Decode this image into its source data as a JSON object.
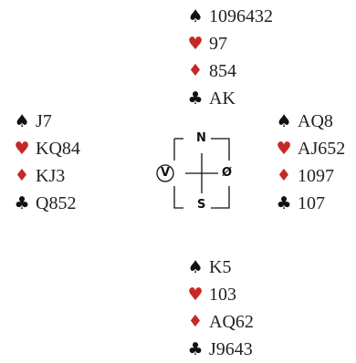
{
  "suits": {
    "spades": "♠",
    "hearts": "♥",
    "diamonds": "♦",
    "clubs": "♣"
  },
  "colors": {
    "black_suit": "#111111",
    "red_suit": "#c62828"
  },
  "compass": {
    "north": "N",
    "south": "S",
    "west": "V",
    "east": "Ø"
  },
  "hands": {
    "north": {
      "spades": "1096432",
      "hearts": "97",
      "diamonds": "854",
      "clubs": "AK"
    },
    "west": {
      "spades": "J7",
      "hearts": "KQ84",
      "diamonds": "KJ3",
      "clubs": "Q852"
    },
    "east": {
      "spades": "AQ8",
      "hearts": "AJ652",
      "diamonds": "1097",
      "clubs": "107"
    },
    "south": {
      "spades": "K5",
      "hearts": "103",
      "diamonds": "AQ62",
      "clubs": "J9643"
    }
  }
}
